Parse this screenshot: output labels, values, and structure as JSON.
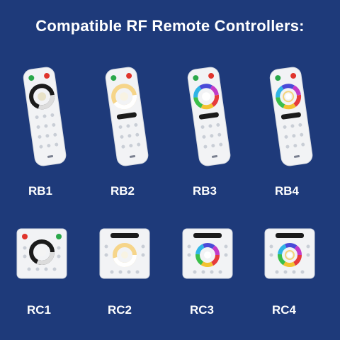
{
  "title": "Compatible RF Remote Controllers:",
  "colors": {
    "background": "#1e3a7a",
    "device_body": "#f2f3f5",
    "power_on": "#2aa84a",
    "power_off": "#e0342c",
    "text": "#ffffff"
  },
  "remotes": [
    {
      "label": "RB1",
      "kind": "handheld",
      "ring": "mono-icon"
    },
    {
      "label": "RB2",
      "kind": "handheld",
      "ring": "cct-icon"
    },
    {
      "label": "RB3",
      "kind": "handheld",
      "ring": "rgb-icon"
    },
    {
      "label": "RB4",
      "kind": "handheld",
      "ring": "rgbw-icon"
    }
  ],
  "panels": [
    {
      "label": "RC1",
      "kind": "wall-panel",
      "ring": "mono-icon"
    },
    {
      "label": "RC2",
      "kind": "wall-panel",
      "ring": "cct-icon"
    },
    {
      "label": "RC3",
      "kind": "wall-panel",
      "ring": "rgb-icon"
    },
    {
      "label": "RC4",
      "kind": "wall-panel",
      "ring": "rgbw-icon"
    }
  ]
}
